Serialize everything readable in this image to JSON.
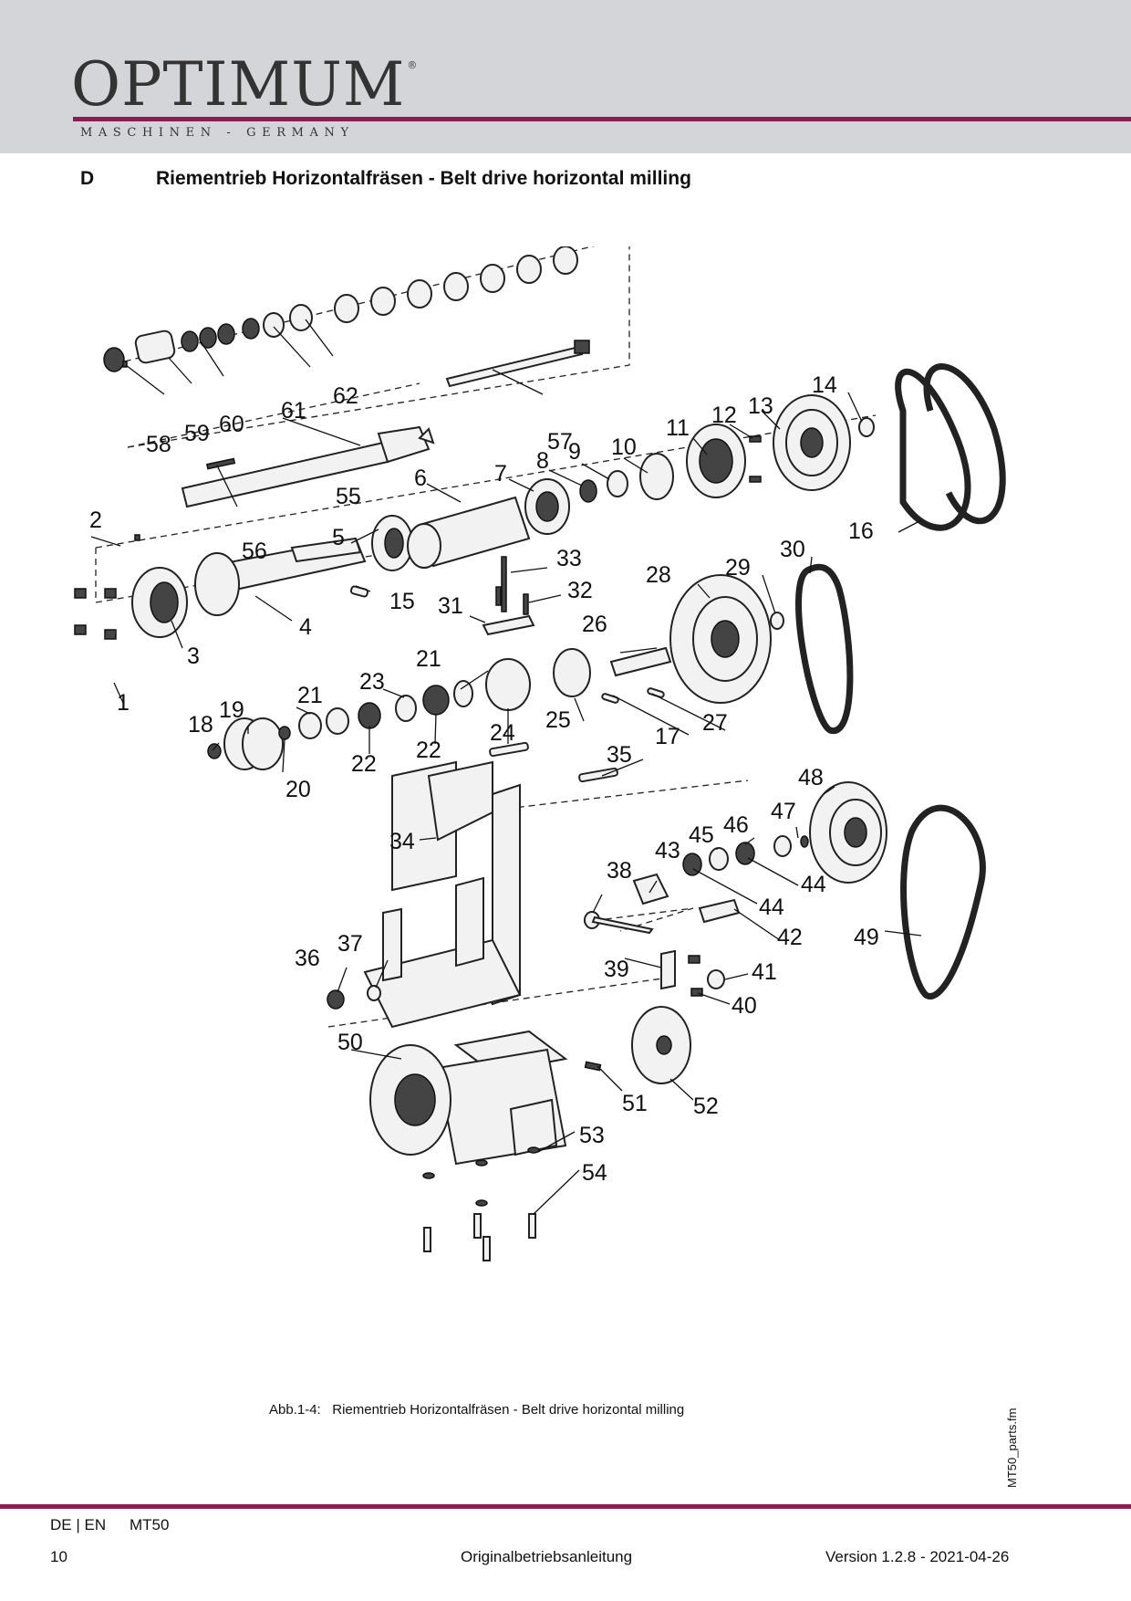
{
  "header": {
    "brand": "OPTIMUM",
    "registered_mark": "®",
    "tagline": "MASCHINEN - GERMANY"
  },
  "section": {
    "letter": "D",
    "title": "Riementrieb Horizontalfräsen - Belt drive horizontal milling"
  },
  "diagram": {
    "part_numbers": [
      "1",
      "2",
      "3",
      "4",
      "5",
      "6",
      "7",
      "8",
      "9",
      "10",
      "11",
      "12",
      "13",
      "14",
      "15",
      "16",
      "17",
      "18",
      "19",
      "20",
      "21",
      "21",
      "22",
      "22",
      "23",
      "24",
      "25",
      "26",
      "27",
      "28",
      "29",
      "30",
      "31",
      "32",
      "33",
      "34",
      "35",
      "36",
      "37",
      "38",
      "39",
      "40",
      "41",
      "42",
      "43",
      "44",
      "44",
      "45",
      "46",
      "47",
      "48",
      "49",
      "50",
      "51",
      "52",
      "53",
      "54",
      "55",
      "56",
      "57",
      "58",
      "59",
      "60",
      "61",
      "62"
    ]
  },
  "caption": {
    "label": "Abb.1-4:",
    "text": "Riementrieb Horizontalfräsen - Belt drive horizontal milling"
  },
  "file_tag": "MT50_parts.fm",
  "footer": {
    "languages": "DE | EN",
    "model": "MT50",
    "page": "10",
    "document": "Originalbetriebsanleitung",
    "version": "Version 1.2.8 - 2021-04-26"
  },
  "colors": {
    "header_bg": "#d4d5d8",
    "accent": "#8a1d52"
  }
}
